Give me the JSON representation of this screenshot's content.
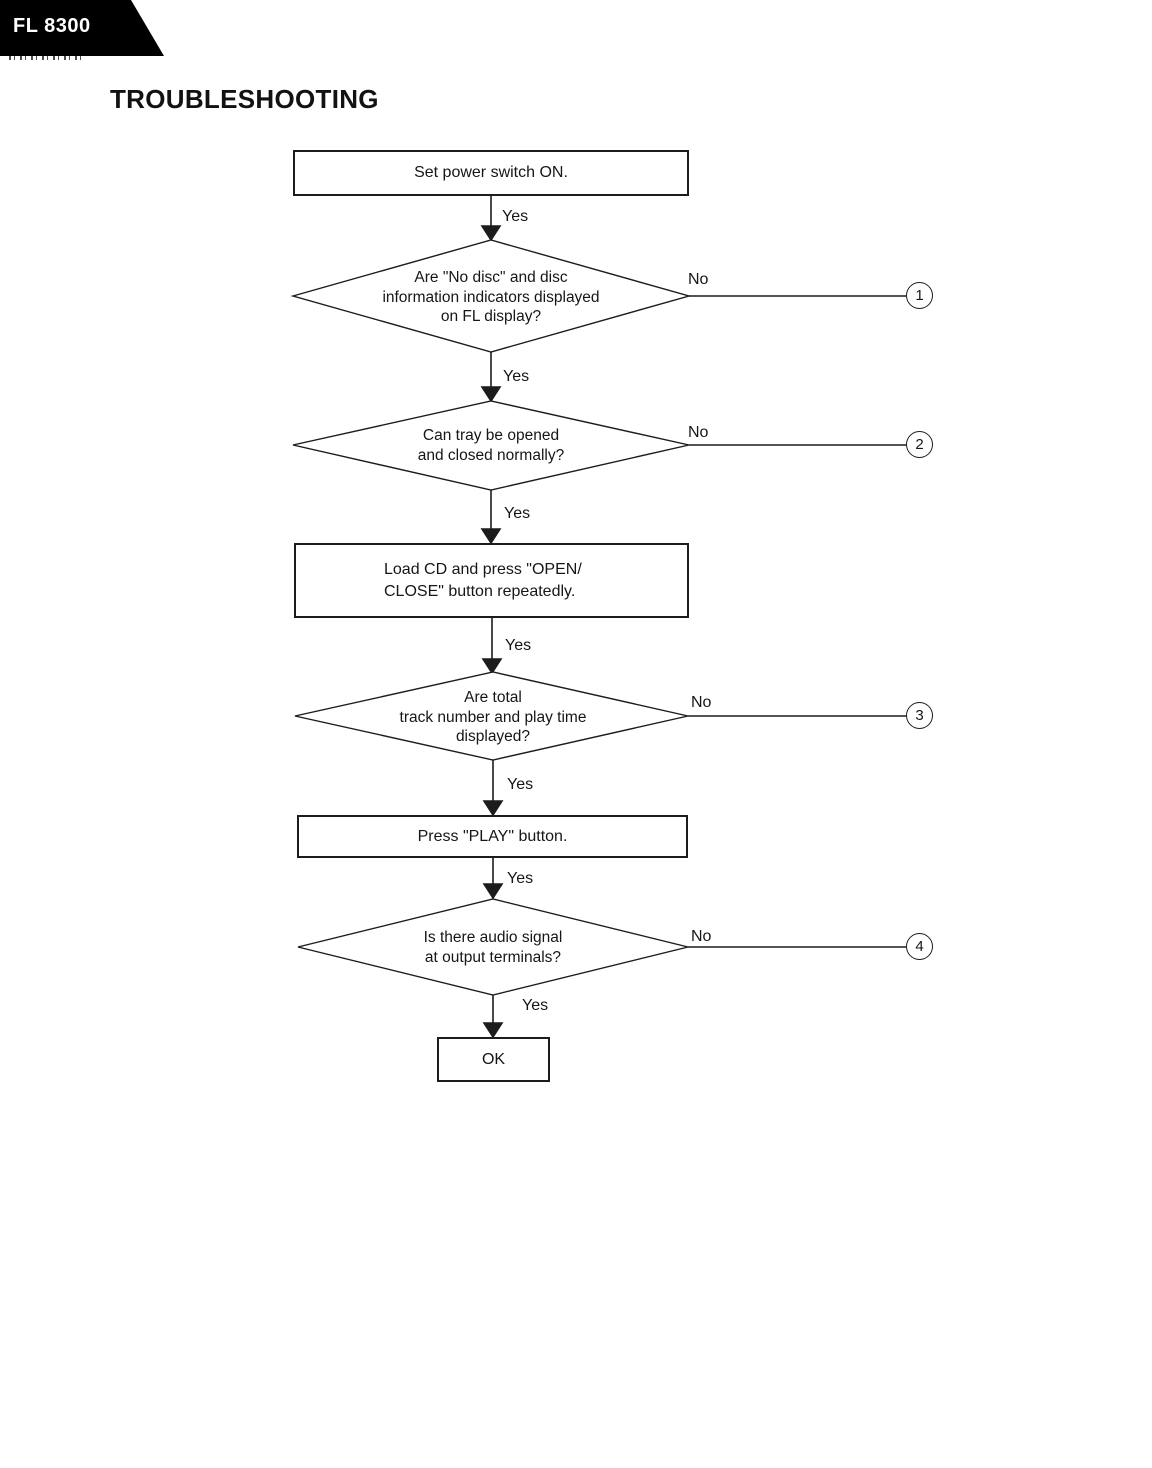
{
  "page": {
    "model_badge": "FL 8300",
    "title": "TROUBLESHOOTING"
  },
  "flow": {
    "yes_label": "Yes",
    "no_label": "No",
    "boxes": {
      "power": "Set power switch ON.",
      "load_cd": {
        "line1": "Load CD and press \"OPEN/",
        "line2": "CLOSE\" button repeatedly."
      },
      "press_play": "Press \"PLAY\" button.",
      "ok": "OK"
    },
    "decisions": {
      "fl_display": {
        "line1": "Are \"No disc\" and disc",
        "line2": "information indicators displayed",
        "line3": "on FL display?"
      },
      "tray": {
        "line1": "Can tray be opened",
        "line2": "and closed normally?"
      },
      "track_time": {
        "line1": "Are total",
        "line2": "track number and play time",
        "line3": "displayed?"
      },
      "audio": {
        "line1": "Is there audio signal",
        "line2": "at output terminals?"
      }
    },
    "refs": {
      "r1": "1",
      "r2": "2",
      "r3": "3",
      "r4": "4"
    }
  },
  "colors": {
    "ink": "#1a1a1a",
    "paper": "#ffffff"
  }
}
